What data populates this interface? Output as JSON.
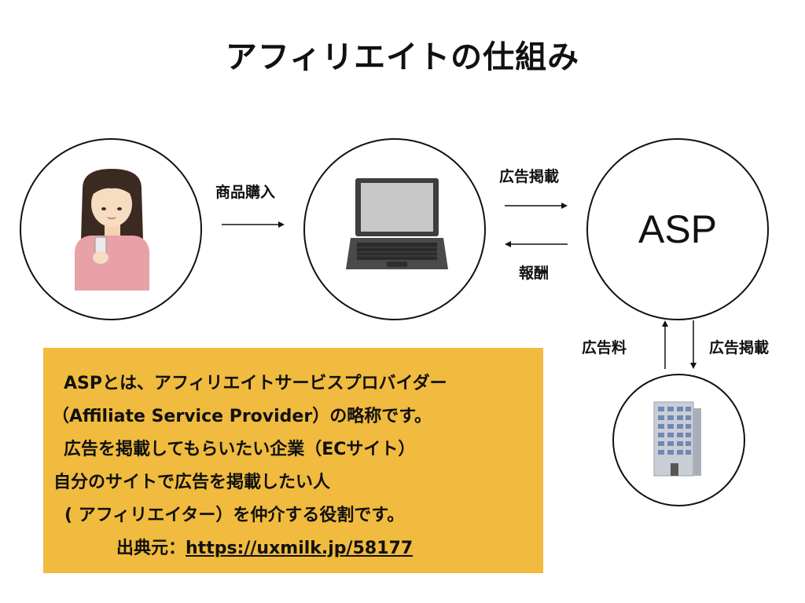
{
  "title": "アフィリエイトの仕組み",
  "labels": {
    "purchase": "商品購入",
    "ad_posting_top": "広告掲載",
    "reward": "報酬",
    "asp": "ASP",
    "ad_fee": "広告料",
    "ad_posting_right": "広告掲載"
  },
  "description": {
    "line1": "ASPとは、アフィリエイトサービスプロバイダー",
    "line2": "（Affiliate Service Provider）の略称です。",
    "line3": "広告を掲載してもらいたい企業（ECサイト）",
    "line4": "自分のサイトで広告を掲載したい人",
    "line5": "( アフィリエイター）を仲介する役割です。",
    "source_label": "出典元：",
    "source_url": "https://uxmilk.jp/58177"
  },
  "colors": {
    "box": "#f0bb3e",
    "sweater": "#e8a1a6",
    "hair": "#3b2a22",
    "laptop": "#4a4a4a",
    "building": "#c9cdd6"
  }
}
